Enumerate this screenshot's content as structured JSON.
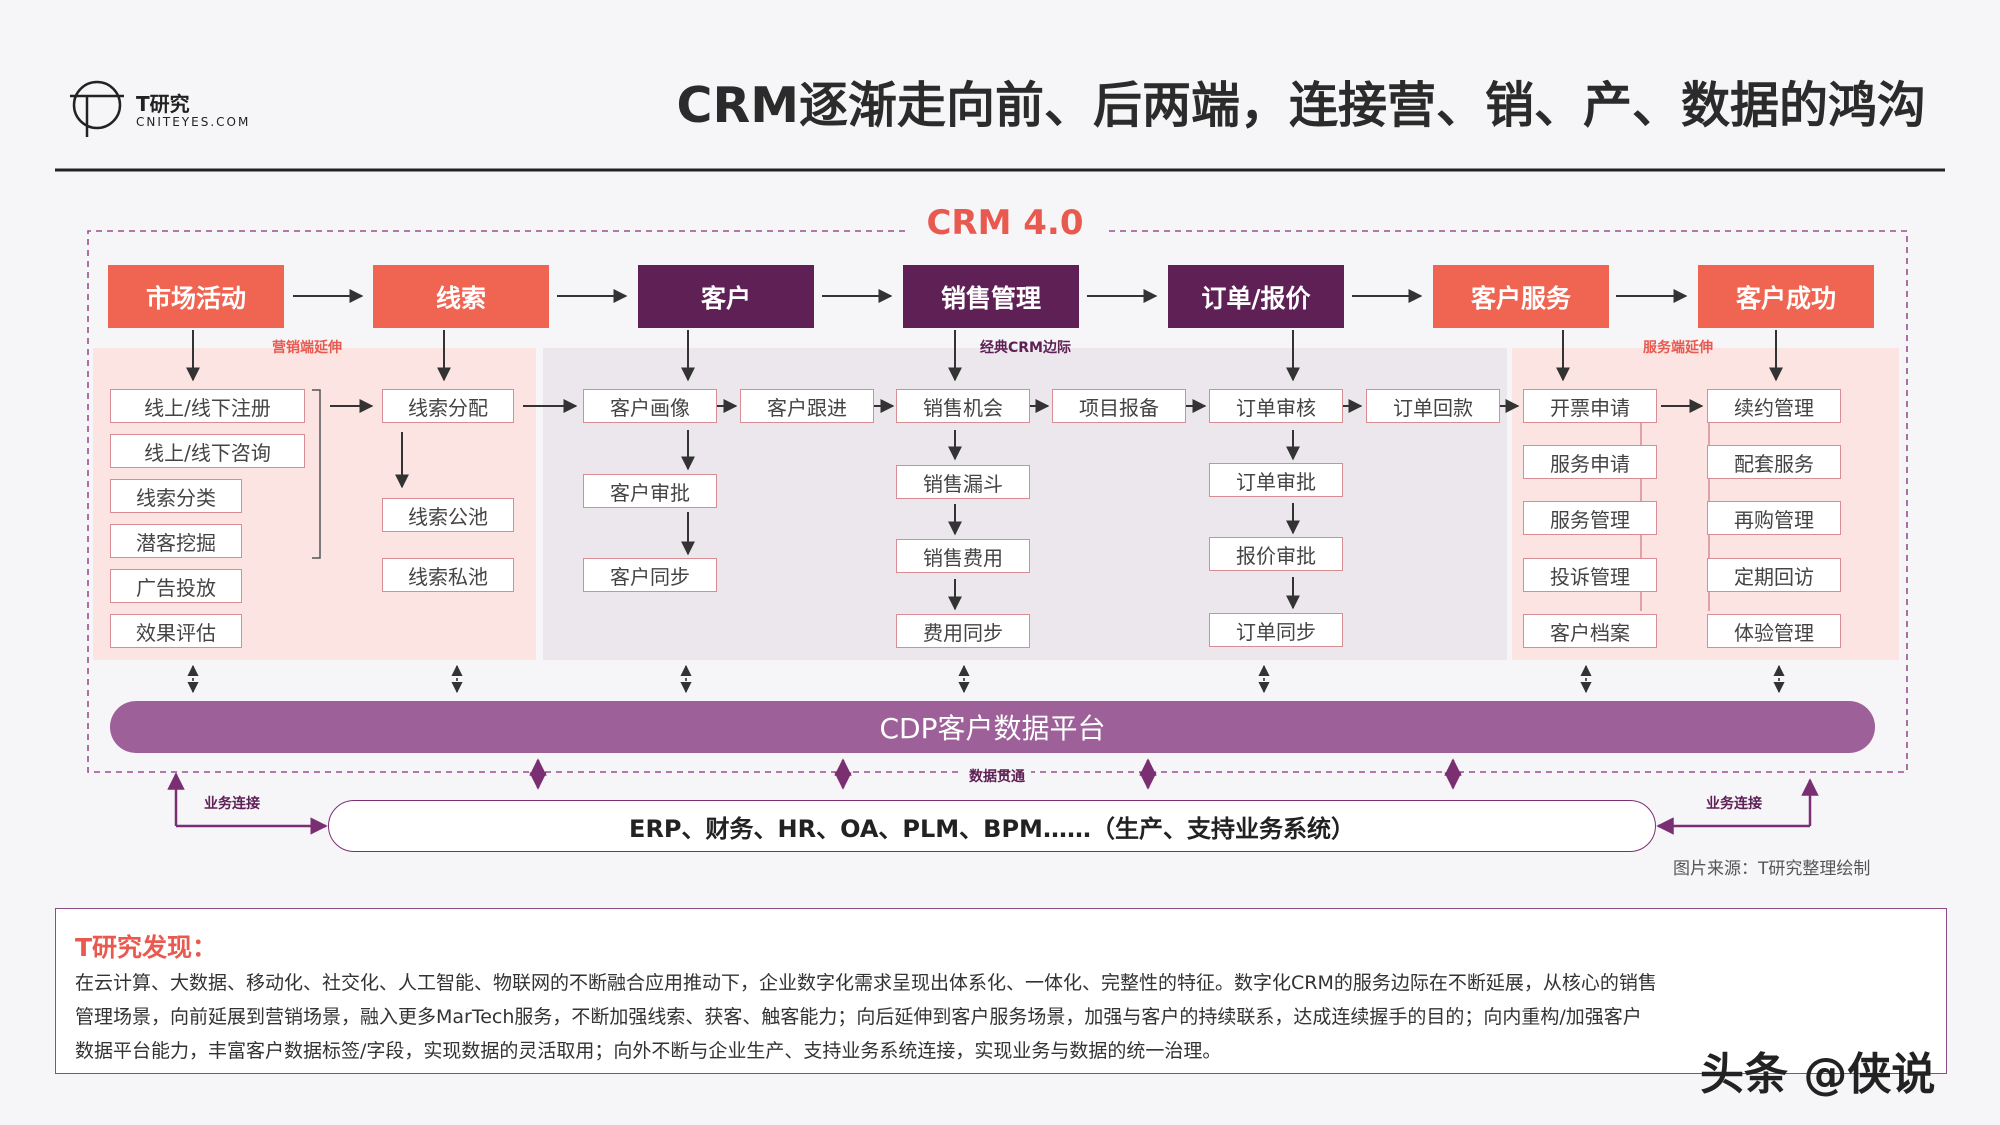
{
  "logo": {
    "name": "T研究",
    "domain": "CNITEYES.COM"
  },
  "title": "CRM逐渐走向前、后两端，连接营、销、产、数据的鸿沟",
  "crm_label": "CRM 4.0",
  "stages": [
    {
      "label": "市场活动"
    },
    {
      "label": "线索"
    },
    {
      "label": "客户"
    },
    {
      "label": "销售管理"
    },
    {
      "label": "订单/报价"
    },
    {
      "label": "客户服务"
    },
    {
      "label": "客户成功"
    }
  ],
  "zone_labels": {
    "marketing": "营销端延伸",
    "classic": "经典CRM边际",
    "service": "服务端延伸"
  },
  "col_market": [
    "线上/线下注册",
    "线上/线下咨询",
    "线索分类",
    "潜客挖掘",
    "广告投放",
    "效果评估"
  ],
  "col_lead": [
    "线索分配",
    "线索公池",
    "线索私池"
  ],
  "col_customer": [
    "客户画像",
    "客户审批",
    "客户同步"
  ],
  "customer_follow": "客户跟进",
  "col_sales": [
    "销售机会",
    "销售漏斗",
    "销售费用",
    "费用同步"
  ],
  "project_report": "项目报备",
  "col_order": [
    "订单审核",
    "订单审批",
    "报价审批",
    "订单同步"
  ],
  "order_payment": "订单回款",
  "col_service": [
    "开票申请",
    "服务申请",
    "服务管理",
    "投诉管理",
    "客户档案"
  ],
  "col_success": [
    "续约管理",
    "配套服务",
    "再购管理",
    "定期回访",
    "体验管理"
  ],
  "cdp": "CDP客户数据平台",
  "data_link": "数据贯通",
  "business_link_left": "业务连接",
  "business_link_right": "业务连接",
  "erp": "ERP、财务、HR、OA、PLM、BPM……（生产、支持业务系统）",
  "source": "图片来源：T研究整理绘制",
  "findings": {
    "title": "T研究发现：",
    "line1": "在云计算、大数据、移动化、社交化、人工智能、物联网的不断融合应用推动下，企业数字化需求呈现出体系化、一体化、完整性的特征。数字化CRM的服务边际在不断延展，从核心的销售",
    "line2": "管理场景，向前延展到营销场景，融入更多MarTech服务，不断加强线索、获客、触客能力；向后延伸到客户服务场景，加强与客户的持续联系，达成连续握手的目的；向内重构/加强客户",
    "line3": "数据平台能力，丰富客户数据标签/字段，实现数据的灵活取用；向外不断与企业生产、支持业务系统连接，实现业务与数据的统一治理。"
  },
  "watermark": "头条 @侠说",
  "colors": {
    "red": "#f06452",
    "purple": "#5e2055",
    "cdp": "#9e6098",
    "accent": "#e85a4f"
  }
}
